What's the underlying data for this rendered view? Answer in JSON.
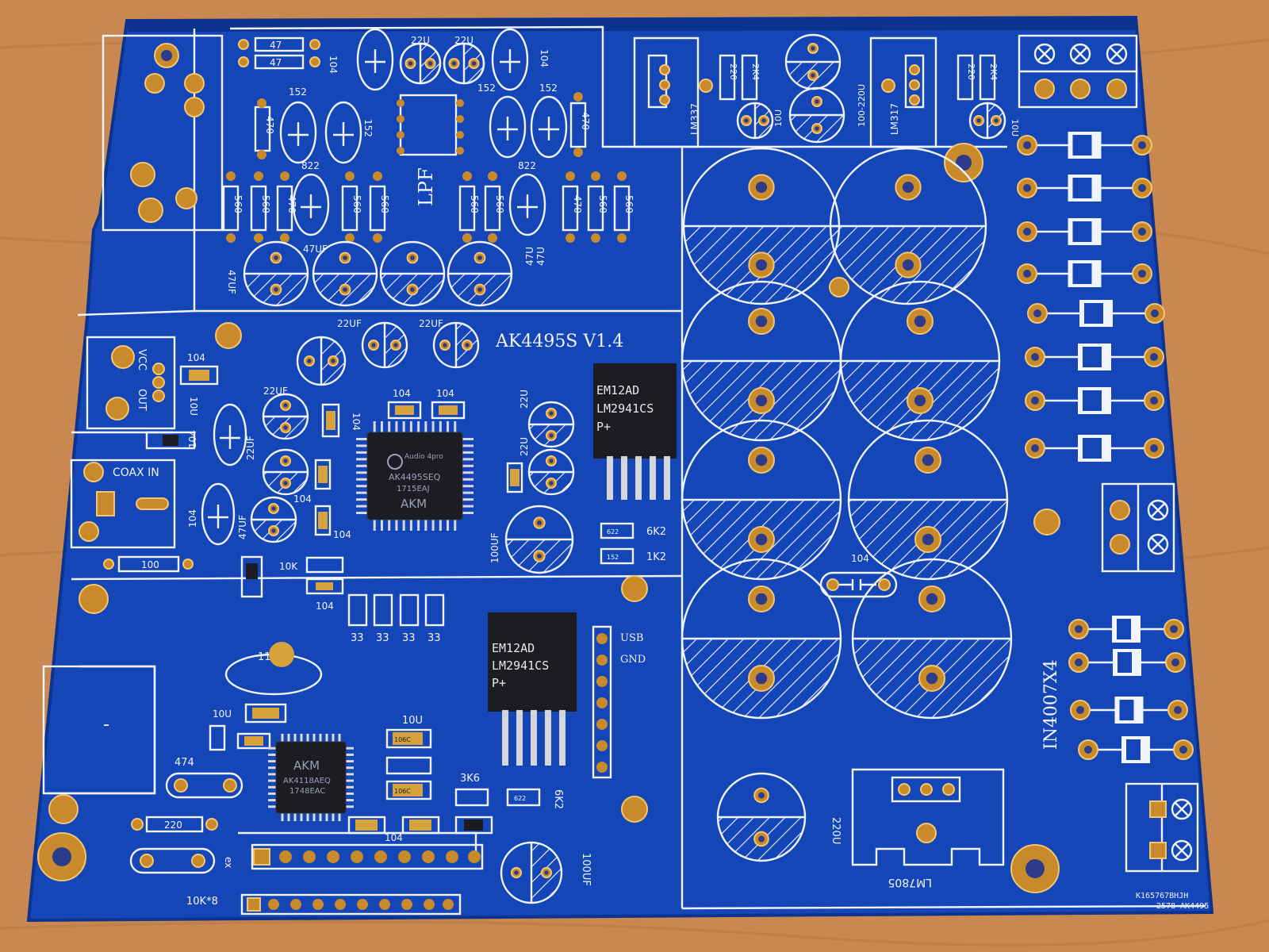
{
  "photo": {
    "subject": "audio-dac-pcb",
    "colors": {
      "board": "#1446b8",
      "board_dark": "#0d3391",
      "silk": "#f2f4fb",
      "copper": "#c98a2c",
      "wood": "#c9884f",
      "chip": "#1c1c22"
    }
  },
  "labels": {
    "board_title": "AK4495S  V1.4",
    "lpf": "LPF",
    "coax_in": "COAX IN",
    "vcc": "VCC",
    "out": "OUT",
    "usb": "USB",
    "gnd": "GND",
    "diodes": "IN4007X4",
    "reg_lm337": "LM337",
    "reg_lm317": "LM317",
    "reg_lm7805": "LM7805",
    "serial_1": "K165767BHJH",
    "serial_2": "2578-AK4495",
    "ex": "ex",
    "r10k8": "10K*8",
    "minus": "-"
  },
  "components": {
    "r47a": "47",
    "r47b": "47",
    "c104a": "104",
    "c104b": "104",
    "c22ua": "22U",
    "c22ub": "22U",
    "c152a": "152",
    "c152b": "152",
    "c152c": "152",
    "c152d": "152",
    "r470a": "470",
    "r470b": "470",
    "r470c": "470",
    "r470d": "470",
    "c822a": "822",
    "c822b": "822",
    "r560a": "560",
    "r560b": "560",
    "r560c": "560",
    "r560d": "560",
    "r560e": "560",
    "r560f": "560",
    "r560g": "560",
    "c47ufa": "47UF",
    "c47ufb": "47UF",
    "c47ua": "47U",
    "c47ub": "47U",
    "r220a": "220",
    "r2k4a": "2K4",
    "r220b": "220",
    "r2k4b": "2K4",
    "c100_220u": "100-220U",
    "c10ua": "10U",
    "c10ub": "10U",
    "c22ufa": "22UF",
    "c22ufb": "22UF",
    "c22ufc": "22UF",
    "c22ufd": "22UF",
    "c104c": "104",
    "c104d": "104",
    "c104e": "104",
    "c104f": "104",
    "c104g": "104",
    "c104h": "104",
    "c104i": "104",
    "c104j": "104",
    "c104k": "104",
    "c22uc": "22U",
    "c22ud": "22U",
    "c10uc": "10U",
    "c47ufc": "47UF",
    "r100": "100",
    "r10k": "10K",
    "r6k2a": "6K2",
    "r1k2": "1K2",
    "r6k2b": "6K2",
    "r3k6": "3K6",
    "c100ufa": "100UF",
    "c100ufb": "100UF",
    "r33a": "33",
    "r33b": "33",
    "r33c": "33",
    "r33d": "33",
    "c10ud": "10U",
    "c10ue": "10U",
    "c474": "474",
    "r220c": "220",
    "c220u": "220U",
    "c11": "11"
  },
  "chips": {
    "dac_brand": "Audio 4pro",
    "dac_part": "AK4495SEQ",
    "dac_code": "1715EAJ",
    "dac_maker": "AKM",
    "reg1_line1": "EM12AD",
    "reg1_line2": "LM2941CS",
    "reg1_line3": "P+",
    "reg2_line1": "EM12AD",
    "reg2_line2": "LM2941CS",
    "reg2_line3": "P+",
    "rx_maker": "AKM",
    "rx_part": "AK4118AEQ",
    "rx_code": "1748EAC",
    "smd_622a": "622",
    "smd_152": "152",
    "smd_622b": "622",
    "smd_106a": "106C",
    "smd_106b": "106C"
  }
}
